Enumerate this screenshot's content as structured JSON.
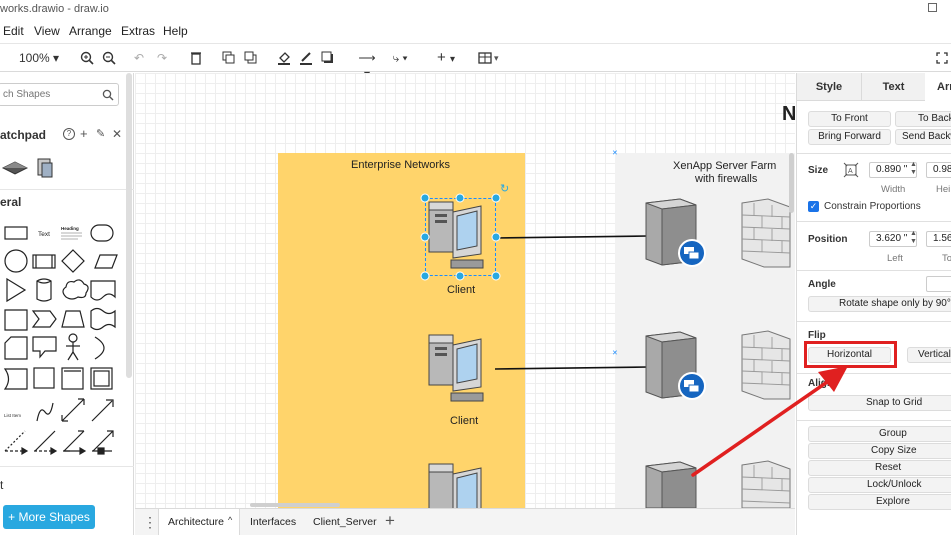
{
  "window": {
    "title": "works.drawio - draw.io"
  },
  "menu": [
    "Edit",
    "View",
    "Arrange",
    "Extras",
    "Help"
  ],
  "toolbar": {
    "zoom": "100%"
  },
  "sidebar": {
    "search_placeholder": "ch Shapes",
    "scratchpad_label": "atchpad",
    "general_label": "eral",
    "more_shapes": "+ More Shapes",
    "text_shape_label": "Text",
    "heading_shape_label": "Heading",
    "list_label": "List Item"
  },
  "canvas": {
    "enterprise_label": "Enterprise Networks",
    "xenapp_label_1": "XenApp Server Farm",
    "xenapp_label_2": "with firewalls",
    "client_1": "Client",
    "client_2": "Client",
    "title_fragment": "N"
  },
  "pages": {
    "tabs": [
      "Architecture",
      "Interfaces",
      "Client_Server"
    ]
  },
  "format_panel": {
    "tabs": [
      "Style",
      "Text",
      "Arr"
    ],
    "to_front": "To Front",
    "to_back": "To Back",
    "bring_forward": "Bring Forward",
    "send_backward": "Send Backw",
    "size_label": "Size",
    "width_value": "0.890 \"",
    "height_value": "0.98",
    "width_label": "Width",
    "height_label": "Hei",
    "constrain": "Constrain Proportions",
    "position_label": "Position",
    "left_value": "3.620 \"",
    "top_value": "1.56",
    "left_label": "Left",
    "top_label": "To",
    "angle_label": "Angle",
    "rotate": "Rotate shape only by 90°",
    "flip_label": "Flip",
    "horizontal": "Horizontal",
    "vertical": "Vertical",
    "align_label": "Align",
    "snap": "Snap to Grid",
    "group": "Group",
    "copy_size": "Copy Size",
    "reset": "Reset",
    "lock": "Lock/Unlock",
    "explore": "Explore"
  },
  "colors": {
    "enterprise_fill": "#ffd46b",
    "xenapp_fill": "#f2f2f2",
    "selection": "#1a8cff",
    "highlight": "#e02020",
    "more_shapes_button": "#29a8e0"
  }
}
